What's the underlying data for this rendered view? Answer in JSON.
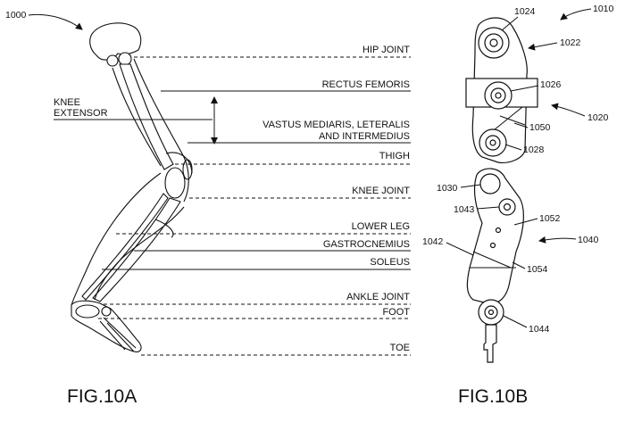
{
  "fig_a": {
    "ref": "1000",
    "caption": "FIG.10A",
    "knee_extensor": [
      "KNEE",
      "EXTENSOR"
    ],
    "labels": {
      "hip_joint": "HIP JOINT",
      "rectus_femoris": "RECTUS FEMORIS",
      "vastus_line1": "VASTUS MEDIARIS, LETERALIS",
      "vastus_line2": "AND INTERMEDIUS",
      "thigh": "THIGH",
      "knee_joint": "KNEE JOINT",
      "lower_leg": "LOWER LEG",
      "gastrocnemius": "GASTROCNEMIUS",
      "soleus": "SOLEUS",
      "ankle_joint": "ANKLE JOINT",
      "foot": "FOOT",
      "toe": "TOE"
    }
  },
  "fig_b": {
    "ref": "1010",
    "caption": "FIG.10B",
    "refs": {
      "r1024": "1024",
      "r1022": "1022",
      "r1026": "1026",
      "r1020": "1020",
      "r1050": "1050",
      "r1028": "1028",
      "r1030": "1030",
      "r1043": "1043",
      "r1052": "1052",
      "r1042": "1042",
      "r1040": "1040",
      "r1054": "1054",
      "r1044": "1044"
    }
  }
}
